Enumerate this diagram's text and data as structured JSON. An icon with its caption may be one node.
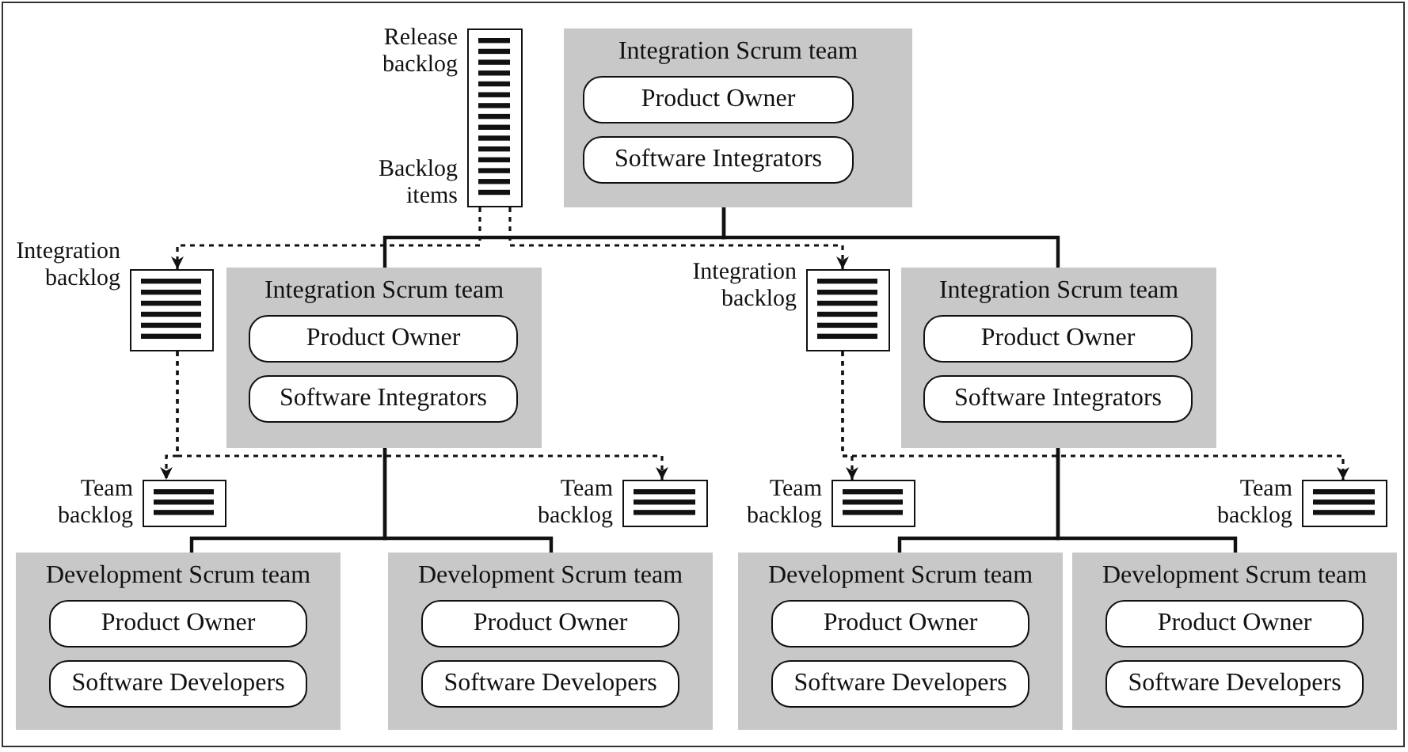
{
  "diagram": {
    "nodes": [
      {
        "text": [],
        "shape": "document",
        "beside": [
          "Release backlog",
          "Backlog items"
        ]
      },
      {
        "text": [
          "Integration Scrum team"
        ]
      },
      {
        "text": [
          "Product Owner"
        ],
        "in": 1
      },
      {
        "text": [
          "Software Integrators"
        ],
        "in": 1
      },
      {
        "text": [],
        "shape": "document",
        "beside": [
          "Integration backlog"
        ]
      },
      {
        "text": [
          "Integration Scrum team"
        ]
      },
      {
        "text": [
          "Product Owner"
        ],
        "in": 5
      },
      {
        "text": [
          "Software Integrators"
        ],
        "in": 5
      },
      {
        "text": [],
        "shape": "document",
        "beside": [
          "Integration backlog"
        ]
      },
      {
        "text": [
          "Integration Scrum team"
        ]
      },
      {
        "text": [
          "Product Owner"
        ],
        "in": 9
      },
      {
        "text": [
          "Software Integrators"
        ],
        "in": 9
      },
      {
        "text": [],
        "shape": "document",
        "beside": [
          "Team backlog"
        ]
      },
      {
        "text": [],
        "shape": "document",
        "beside": [
          "Team backlog"
        ]
      },
      {
        "text": [],
        "shape": "document",
        "beside": [
          "Team backlog"
        ]
      },
      {
        "text": [],
        "shape": "document",
        "beside": [
          "Team backlog"
        ]
      },
      {
        "text": [
          "Development Scrum team"
        ]
      },
      {
        "text": [
          "Product Owner"
        ],
        "in": 16
      },
      {
        "text": [
          "Software Developers"
        ],
        "in": 16
      },
      {
        "text": [
          "Development Scrum team"
        ]
      },
      {
        "text": [
          "Product Owner"
        ],
        "in": 19
      },
      {
        "text": [
          "Software Developers"
        ],
        "in": 19
      },
      {
        "text": [
          "Development Scrum team"
        ]
      },
      {
        "text": [
          "Product Owner"
        ],
        "in": 22
      },
      {
        "text": [
          "Software Developers"
        ],
        "in": 22
      },
      {
        "text": [
          "Development Scrum team"
        ]
      },
      {
        "text": [
          "Product Owner"
        ],
        "in": 25
      },
      {
        "text": [
          "Software Developers"
        ],
        "in": 25
      }
    ],
    "edges": [
      {
        "from": 1,
        "to": 5,
        "arrow": "none"
      },
      {
        "from": 1,
        "to": 9,
        "arrow": "none"
      },
      {
        "from": 5,
        "to": 16,
        "arrow": "none"
      },
      {
        "from": 5,
        "to": 19,
        "arrow": "none"
      },
      {
        "from": 9,
        "to": 22,
        "arrow": "none"
      },
      {
        "from": 9,
        "to": 25,
        "arrow": "none"
      },
      {
        "from": 0,
        "to": 4,
        "arrow": "to",
        "style": "dashed"
      },
      {
        "from": 0,
        "to": 8,
        "arrow": "to",
        "style": "dashed"
      },
      {
        "from": 4,
        "to": 12,
        "arrow": "to",
        "style": "dashed"
      },
      {
        "from": 4,
        "to": 13,
        "arrow": "to",
        "style": "dashed"
      },
      {
        "from": 8,
        "to": 14,
        "arrow": "to",
        "style": "dashed"
      },
      {
        "from": 8,
        "to": 15,
        "arrow": "to",
        "style": "dashed"
      }
    ]
  }
}
